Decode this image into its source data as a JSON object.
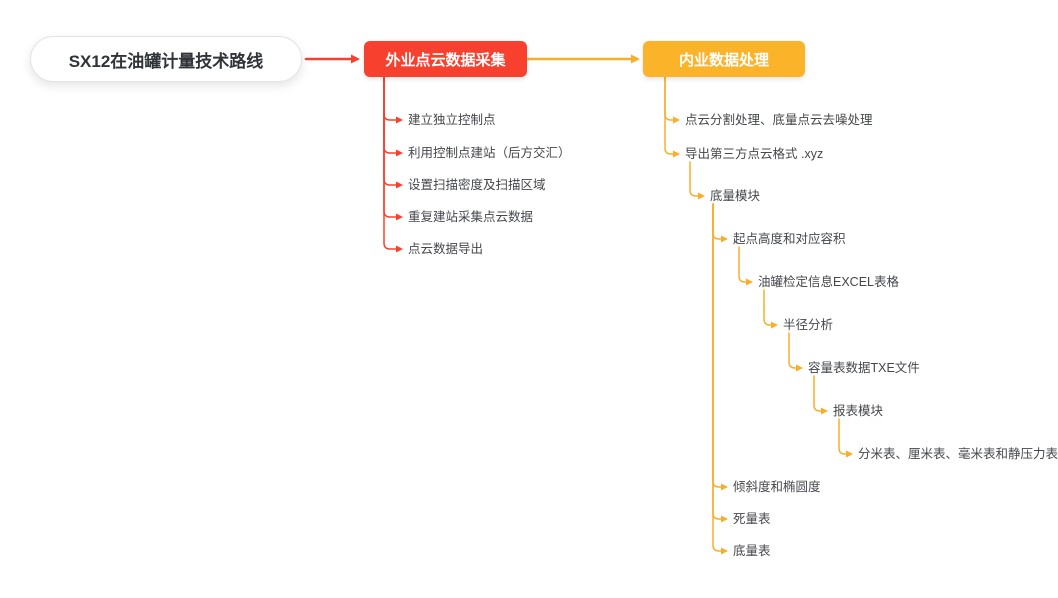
{
  "colors": {
    "red": "#F8402F",
    "amber": "#FBB32A",
    "amber_line": "#FAAD29",
    "leaf_text": "#44474B",
    "root_text": "#303338"
  },
  "root_node": {
    "label": "SX12在油罐计量技术路线"
  },
  "field_stage": {
    "label": "外业点云数据采集",
    "items": [
      "建立独立控制点",
      "利用控制点建站（后方交汇）",
      "设置扫描密度及扫描区域",
      "重复建站采集点云数据",
      "点云数据导出"
    ]
  },
  "office_stage": {
    "label": "内业数据处理",
    "items": [
      "点云分割处理、底量点云去噪处理",
      "导出第三方点云格式 .xyz"
    ],
    "bottom_module": {
      "label": "底量模块",
      "cascade": [
        "起点高度和对应容积",
        "油罐检定信息EXCEL表格",
        "半径分析",
        "容量表数据TXE文件",
        "报表模块",
        "分米表、厘米表、毫米表和静压力表"
      ],
      "children_bottom": [
        "倾斜度和椭圆度",
        "死量表",
        "底量表"
      ]
    }
  }
}
